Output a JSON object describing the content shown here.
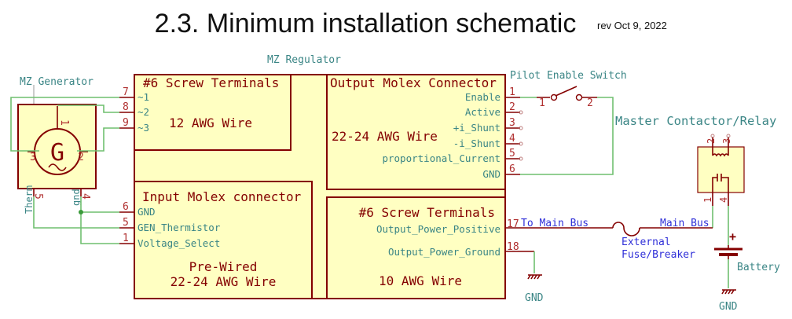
{
  "title": "2.3. Minimum installation schematic",
  "revision": "rev Oct 9, 2022",
  "regulator": {
    "label": "MZ Regulator",
    "screw_terminals_top": {
      "title": "#6 Screw Terminals",
      "wire": "12 AWG Wire",
      "pins": [
        {
          "num": "7",
          "label": "~1"
        },
        {
          "num": "8",
          "label": "~2"
        },
        {
          "num": "9",
          "label": "~3"
        }
      ]
    },
    "output_molex": {
      "title": "Output Molex Connector",
      "wire": "22-24 AWG Wire",
      "pins": [
        {
          "num": "1",
          "label": "Enable"
        },
        {
          "num": "2",
          "label": "Active"
        },
        {
          "num": "3",
          "label": "+i_Shunt"
        },
        {
          "num": "4",
          "label": "-i_Shunt"
        },
        {
          "num": "5",
          "label": "proportional_Current"
        },
        {
          "num": "6",
          "label": "GND"
        }
      ]
    },
    "input_molex": {
      "title": "Input Molex connector",
      "wire_line1": "Pre-Wired",
      "wire_line2": "22-24 AWG Wire",
      "pins": [
        {
          "num": "6",
          "label": "GND"
        },
        {
          "num": "5",
          "label": "GEN_Thermistor"
        },
        {
          "num": "1",
          "label": "Voltage_Select"
        }
      ]
    },
    "screw_terminals_bottom": {
      "title": "#6 Screw Terminals",
      "wire": "10 AWG Wire",
      "pins": [
        {
          "num": "17",
          "label": "Output_Power_Positive"
        },
        {
          "num": "18",
          "label": "Output_Power_Ground"
        }
      ]
    }
  },
  "generator": {
    "label": "MZ Generator",
    "symbol": "G",
    "pins": {
      "p1": "1",
      "p2": "2",
      "p3": "3",
      "p4": "4",
      "p5": "5"
    },
    "therm_label": "Therm",
    "gnd_label": "gnd"
  },
  "switch": {
    "label": "Pilot Enable Switch",
    "pin1": "1",
    "pin2": "2"
  },
  "relay": {
    "label": "Master Contactor/Relay",
    "pins": {
      "p1": "1",
      "p2": "2",
      "p3": "3",
      "p4": "4"
    }
  },
  "net_labels": {
    "to_main_bus": "To Main Bus",
    "main_bus": "Main Bus"
  },
  "fuse": {
    "line1": "External",
    "line2": "Fuse/Breaker"
  },
  "battery": {
    "label": "Battery",
    "plus": "+"
  },
  "ground": {
    "label1": "GND",
    "label2": "GND"
  },
  "colors": {
    "component_outline": "#840000",
    "component_fill": "#ffffc2",
    "wire": "#6fbf6f",
    "label": "#3a8585",
    "net_label": "#3030d8"
  }
}
